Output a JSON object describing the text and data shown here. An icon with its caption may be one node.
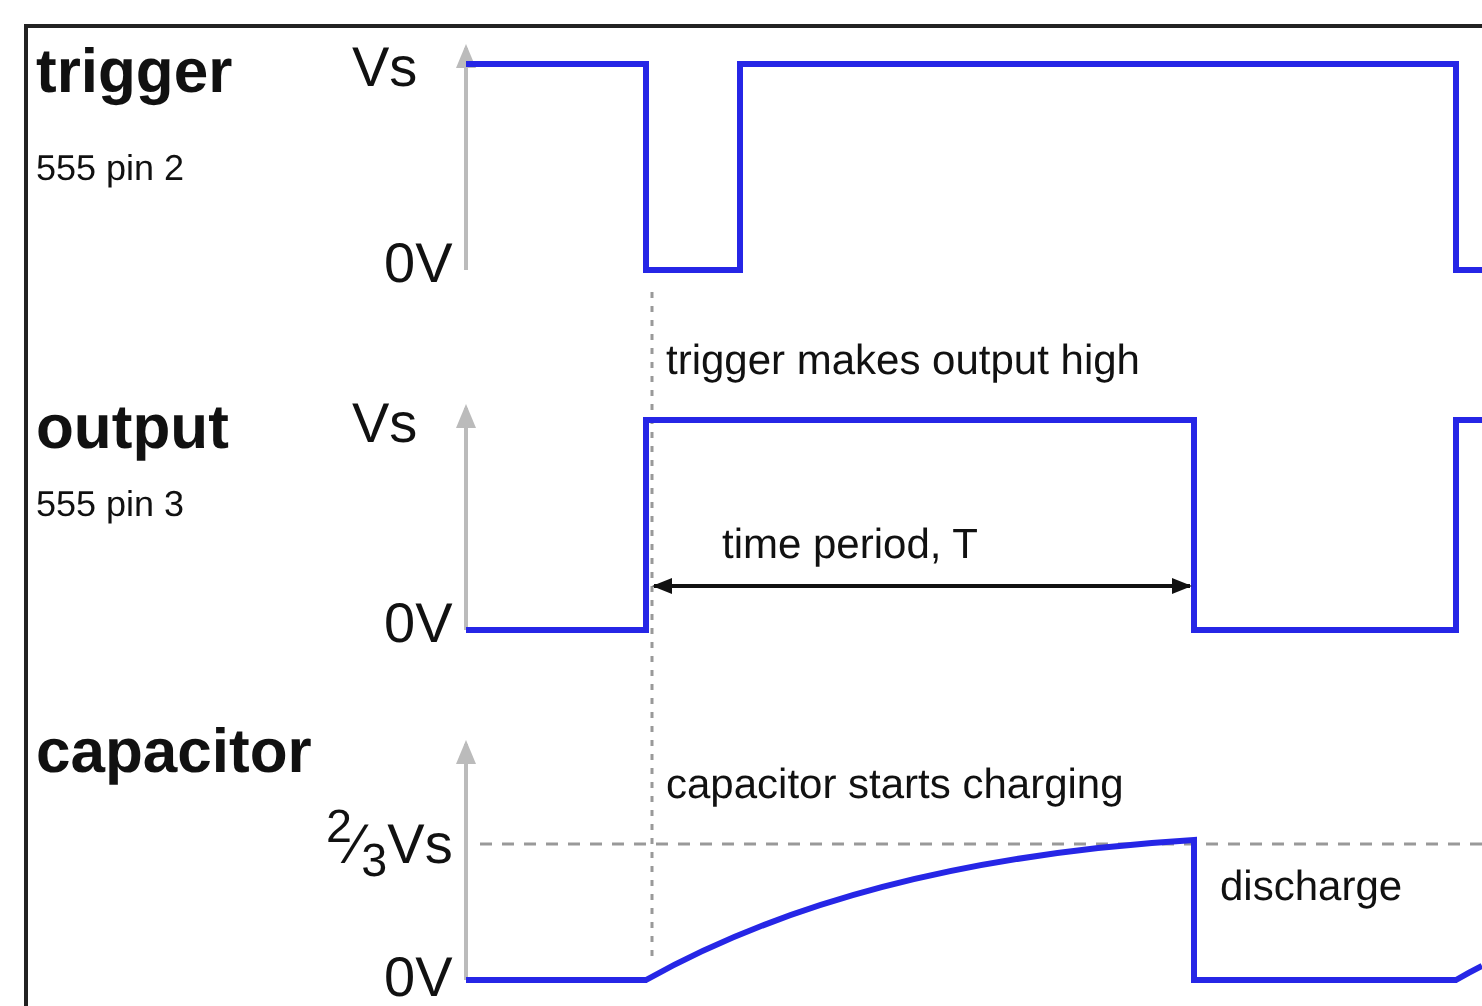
{
  "diagram": {
    "labels": [
      "trigger",
      "Vs",
      "555 pin 2",
      "0V",
      "trigger makes output high",
      "output",
      "Vs",
      "555 pin 3",
      "time period, T",
      "0V",
      "capacitor",
      "capacitor starts charging",
      "$^{2}$⁄$_{3}$Vs",
      "discharge",
      "0V"
    ]
  }
}
